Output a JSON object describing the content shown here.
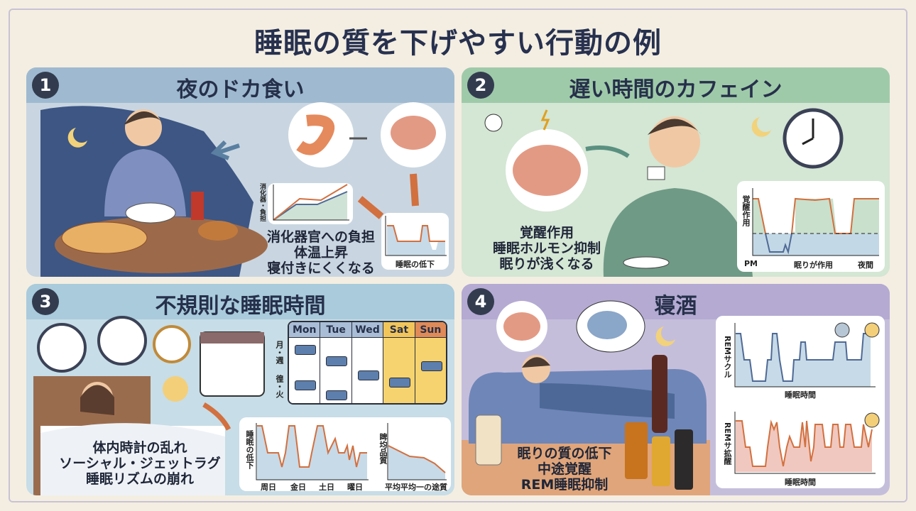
{
  "title": "睡眠の質を下げやすい行動の例",
  "panels": [
    {
      "number": "1",
      "title": "夜のドカ食い",
      "lines": [
        "消化器官への負担",
        "体温上昇",
        "寝付きにくくなる"
      ],
      "chart1": {
        "ylabel": "消化器・負担"
      },
      "chart2": {
        "xlabel": "睡眠の低下"
      },
      "colors": {
        "header": "#9fbad0",
        "body": "#c9d6e1"
      }
    },
    {
      "number": "2",
      "title": "遅い時間のカフェイン",
      "lines": [
        "覚醒作用",
        "睡眠ホルモン抑制",
        "眠りが浅くなる"
      ],
      "chart": {
        "ylabel": "覚醒作用",
        "xlabels": [
          "PM",
          "眠りが作用",
          "夜間"
        ]
      },
      "colors": {
        "header": "#9fcaa9",
        "body": "#d4e6d4"
      }
    },
    {
      "number": "3",
      "title": "不規則な睡眠時間",
      "lines": [
        "体内時計の乱れ",
        "ソーシャル・ジェットラグ",
        "睡眠リズムの崩れ"
      ],
      "schedule": {
        "days": [
          "Mon",
          "Tue",
          "Wed",
          "Sat",
          "Sun"
        ],
        "row_labels": [
          "月・週",
          "徨・火"
        ]
      },
      "chart1": {
        "ylabel": "睡眠の低下",
        "xlabels": [
          "周日",
          "金日",
          "土日",
          "曜日"
        ]
      },
      "chart2": {
        "ylabel": "睥均品質",
        "xlabel": "平均平均一の途質"
      },
      "colors": {
        "header": "#a9cbdc",
        "body": "#c7dde7"
      }
    },
    {
      "number": "4",
      "title": "寝酒",
      "lines": [
        "眠りの質の低下",
        "中途覚醒",
        "REM睡眠抑制"
      ],
      "chart1": {
        "ylabel": "REMサクル",
        "xlabel": "睡眠時間"
      },
      "chart2": {
        "ylabel": "REMサ拡醒",
        "xlabel": "睡眠時間"
      },
      "colors": {
        "header": "#b4aad2",
        "body": "#c5bedb"
      }
    }
  ],
  "colors": {
    "orange": "#d2703f",
    "blue": "#4f6a95",
    "navy": "#27314f"
  }
}
